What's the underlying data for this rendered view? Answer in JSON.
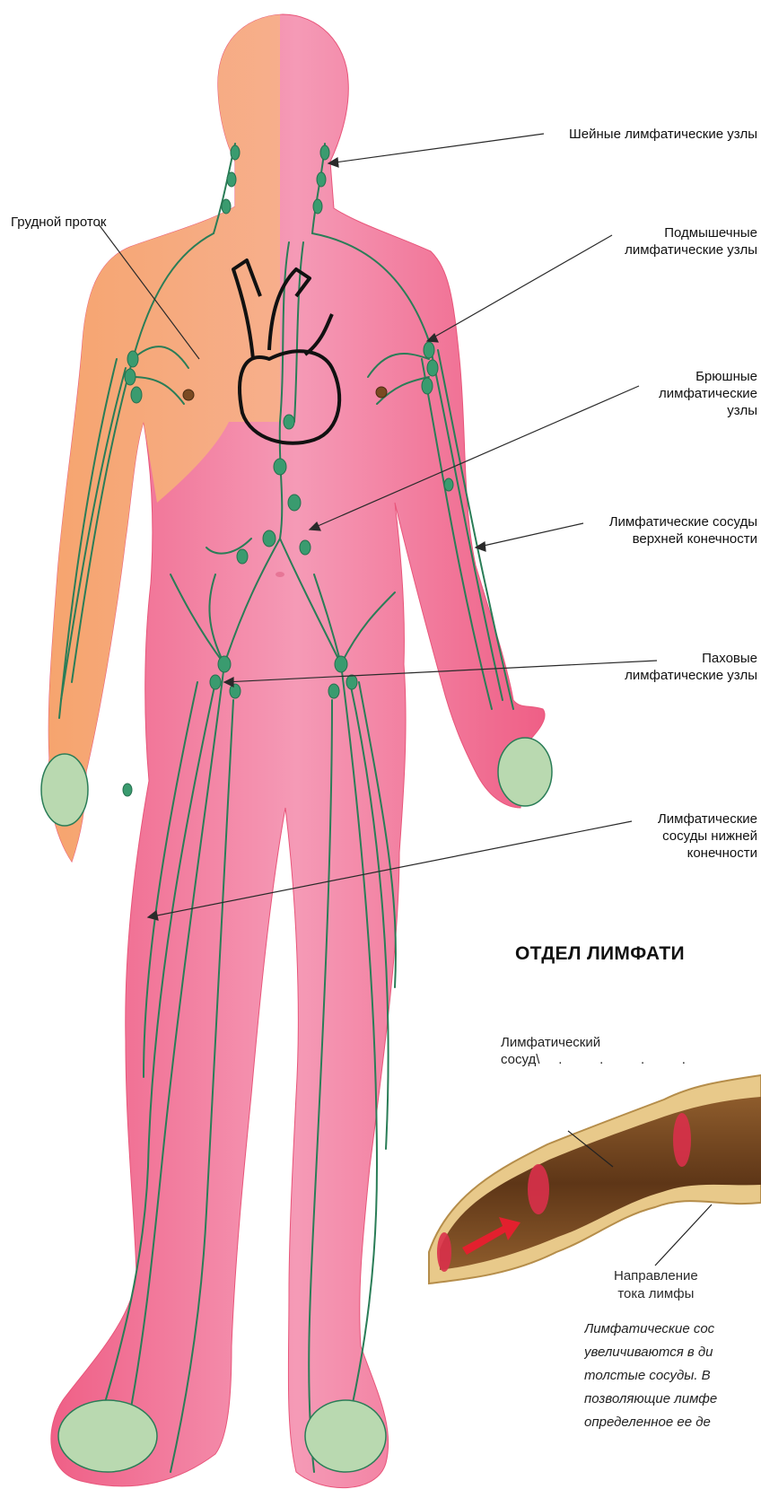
{
  "labels": {
    "cervical_nodes": "Шейные лимфатические узлы",
    "thoracic_duct": "Грудной проток",
    "axillary_nodes": [
      "Подмышечные",
      "лимфатические узлы"
    ],
    "abdominal_nodes": [
      "Брюшные",
      "лимфатические",
      "узлы"
    ],
    "upper_limb_vessels": [
      "Лимфатические сосуды",
      "верхней конечности"
    ],
    "inguinal_nodes": [
      "Паховые",
      "лимфатические узлы"
    ],
    "lower_limb_vessels": [
      "Лимфатические",
      "сосуды нижней",
      "конечности"
    ]
  },
  "section": {
    "title": "ОТДЕЛ ЛИМФАТИ",
    "vessel_label": [
      "Лимфатический",
      "сосуд"
    ],
    "vessel_label_marks": "\\     .          .          .          .",
    "flow_label": [
      "Направление",
      "тока лимфы"
    ],
    "caption": [
      "Лимфатические сос",
      "увеличиваются в ди",
      "толстые сосуды. В",
      "позволяющие лимфе",
      "определенное  ее де"
    ]
  },
  "colors": {
    "skin_light": "#f9a973",
    "skin_pink": "#ef6f8c",
    "body_pink": "#f27ea0",
    "lymph_green": "#2f8a62",
    "lymph_node": "#3a9b6f",
    "vessel_brown": "#7a4a22",
    "vessel_red": "#d9304a",
    "vessel_wall": "#e8c98a"
  }
}
